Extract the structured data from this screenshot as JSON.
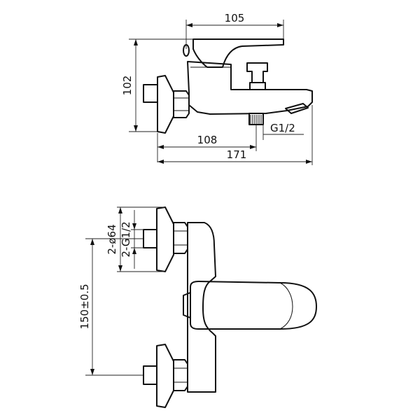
{
  "dimensions": {
    "top_width": "105",
    "height": "102",
    "outlet_offset": "108",
    "total_length": "171",
    "outlet_thread": "G1/2",
    "flange_diameter": "2-ø64",
    "inlet_thread": "2-G1/2",
    "inlet_spacing": "150±0.5"
  },
  "colors": {
    "line": "#111111",
    "background": "#ffffff"
  }
}
